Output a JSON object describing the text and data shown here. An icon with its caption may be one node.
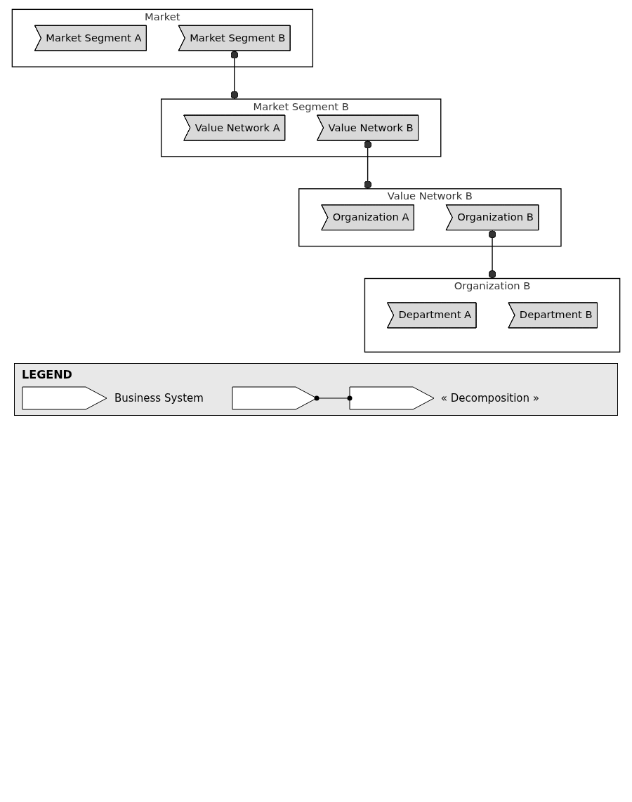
{
  "diagram": {
    "nodes": [
      {
        "text": [
          "Market"
        ]
      },
      {
        "text": [
          "Market Segment A"
        ],
        "in": 0
      },
      {
        "text": [
          "Market Segment B"
        ],
        "in": 0
      },
      {
        "text": [
          "Market Segment B"
        ]
      },
      {
        "text": [
          "Value Network A"
        ],
        "in": 3
      },
      {
        "text": [
          "Value Network B"
        ],
        "in": 3
      },
      {
        "text": [
          "Value Network B"
        ]
      },
      {
        "text": [
          "Organization A"
        ],
        "in": 6
      },
      {
        "text": [
          "Organization B"
        ],
        "in": 6
      },
      {
        "text": [
          "Organization B"
        ]
      },
      {
        "text": [
          "Department A"
        ],
        "in": 9
      },
      {
        "text": [
          "Department B"
        ],
        "in": 9
      }
    ],
    "edges": [
      {
        "from": 2,
        "to": 3,
        "arrow": "other"
      },
      {
        "from": 5,
        "to": 6,
        "arrow": "other"
      },
      {
        "from": 8,
        "to": 9,
        "arrow": "other"
      }
    ],
    "labels": [
      "LEGEND"
    ],
    "legend": [
      {
        "text": "Business System"
      },
      {
        "text": "« Decomposition »"
      }
    ]
  }
}
